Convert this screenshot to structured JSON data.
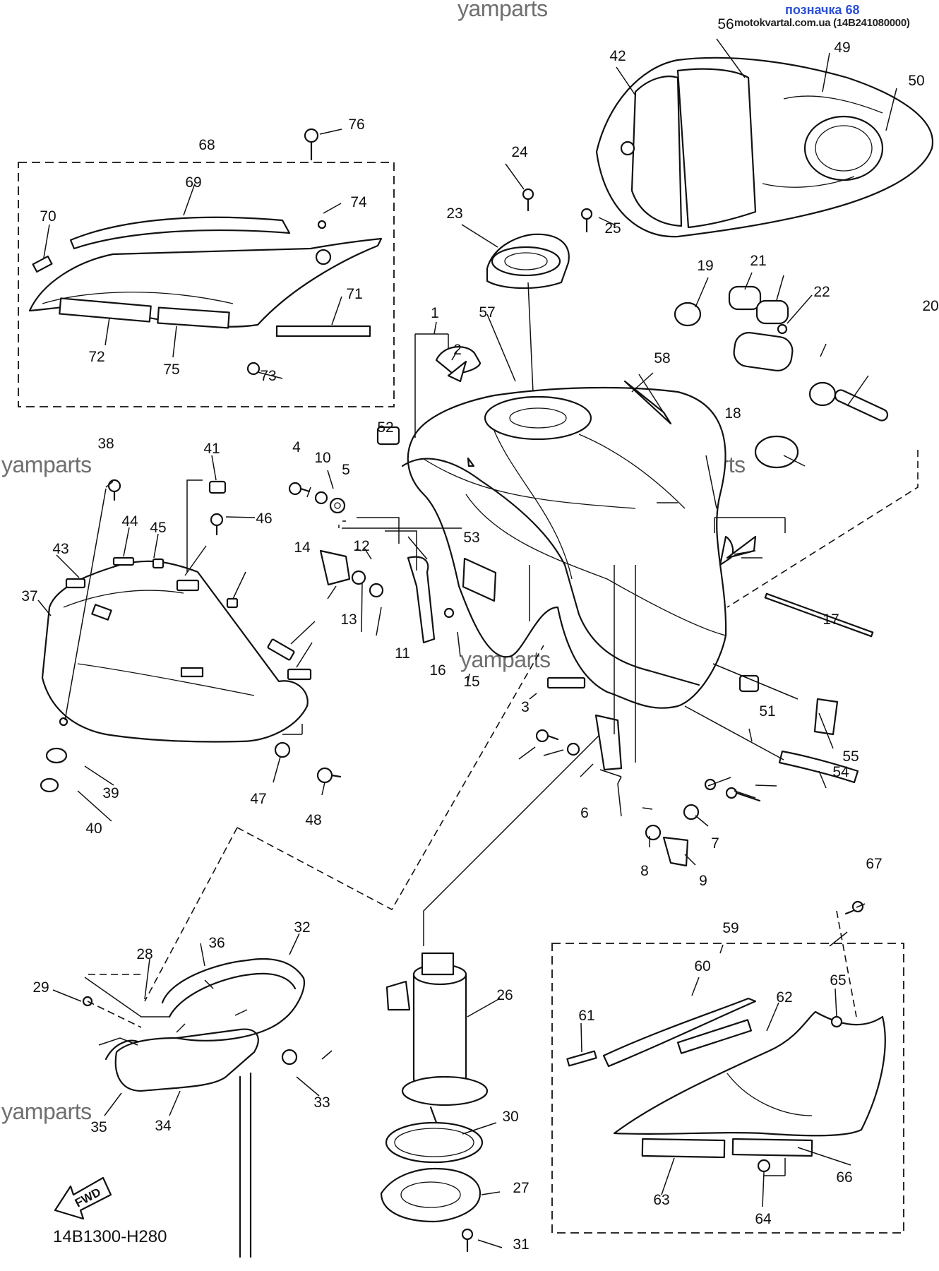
{
  "header": {
    "label": "позначка 68",
    "site": "motokvartal.com.ua (14B241080000)"
  },
  "watermark": "yamparts",
  "diagram_code": "14B1300-H280",
  "fwd_label": "FWD",
  "part_numbers": [
    "1",
    "2",
    "3",
    "4",
    "5",
    "6",
    "7",
    "8",
    "9",
    "10",
    "11",
    "12",
    "13",
    "14",
    "15",
    "16",
    "17",
    "18",
    "19",
    "20",
    "21",
    "22",
    "23",
    "24",
    "25",
    "26",
    "27",
    "28",
    "29",
    "30",
    "31",
    "32",
    "33",
    "34",
    "35",
    "36",
    "37",
    "38",
    "39",
    "40",
    "41",
    "42",
    "43",
    "44",
    "45",
    "46",
    "47",
    "48",
    "49",
    "50",
    "51",
    "52",
    "53",
    "54",
    "55",
    "56",
    "57",
    "58",
    "59",
    "60",
    "61",
    "62",
    "63",
    "64",
    "65",
    "66",
    "67",
    "68",
    "69",
    "70",
    "71",
    "72",
    "73",
    "74",
    "75",
    "76"
  ]
}
